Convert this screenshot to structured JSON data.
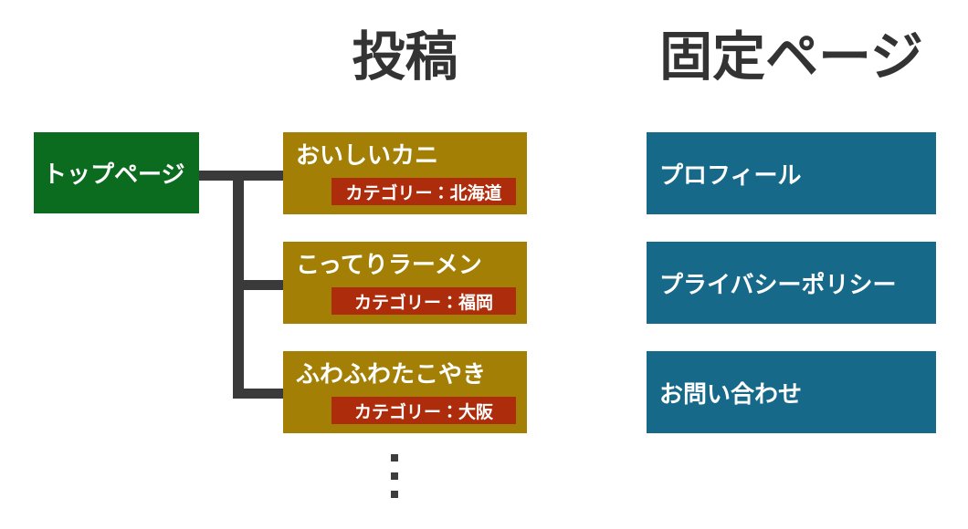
{
  "page": {
    "posts_column_title": "投稿",
    "pages_column_title": "固定ページ"
  },
  "top_page": {
    "label": "トップページ"
  },
  "posts": [
    {
      "title": "おいしいカニ",
      "category_label": "カテゴリー：北海道"
    },
    {
      "title": "こってりラーメン",
      "category_label": "カテゴリー：福岡"
    },
    {
      "title": "ふわふわたこやき",
      "category_label": "カテゴリー：大阪"
    }
  ],
  "fixed_pages": [
    {
      "label": "プロフィール"
    },
    {
      "label": "プライバシーポリシー"
    },
    {
      "label": "お問い合わせ"
    }
  ],
  "icons": {
    "vertical_ellipsis": "⋮"
  },
  "colors": {
    "top_page_green": "#0b6b1e",
    "post_gold": "#a37f06",
    "category_red": "#ad2c0b",
    "fixed_page_teal": "#17698a",
    "connector_gray": "#3a3a3a",
    "title_gray": "#333333",
    "text_white": "#ffffff"
  }
}
